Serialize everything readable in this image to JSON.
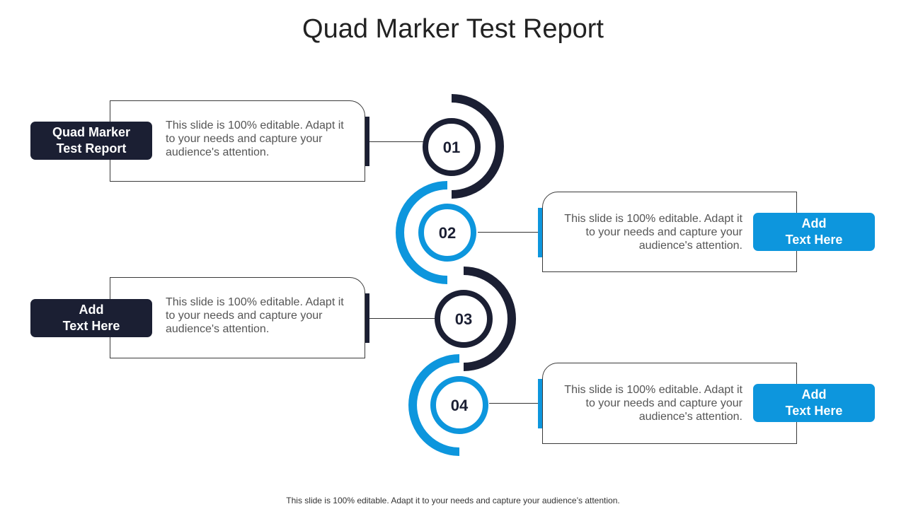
{
  "title": "Quad Marker Test Report",
  "footer": "This slide is 100% editable. Adapt it to your needs and capture your audience’s attention.",
  "colors": {
    "dark": "#1b1f33",
    "blue": "#0d96dd",
    "border": "#3a3a3a"
  },
  "items": [
    {
      "number": "01",
      "label": "Quad Marker\nTest Report",
      "text": "This slide is 100% editable. Adapt it to your needs and capture your audience's attention.",
      "side": "left",
      "color": "dark"
    },
    {
      "number": "02",
      "label": "Add\nText Here",
      "text": "This slide is 100% editable. Adapt it to your needs and capture your audience's attention.",
      "side": "right",
      "color": "blue"
    },
    {
      "number": "03",
      "label": "Add\nText Here",
      "text": "This slide is 100% editable. Adapt it to your needs and capture your audience's attention.",
      "side": "left",
      "color": "dark"
    },
    {
      "number": "04",
      "label": "Add\nText Here",
      "text": "This slide is 100% editable. Adapt it to your needs and capture your audience's attention.",
      "side": "right",
      "color": "blue"
    }
  ]
}
